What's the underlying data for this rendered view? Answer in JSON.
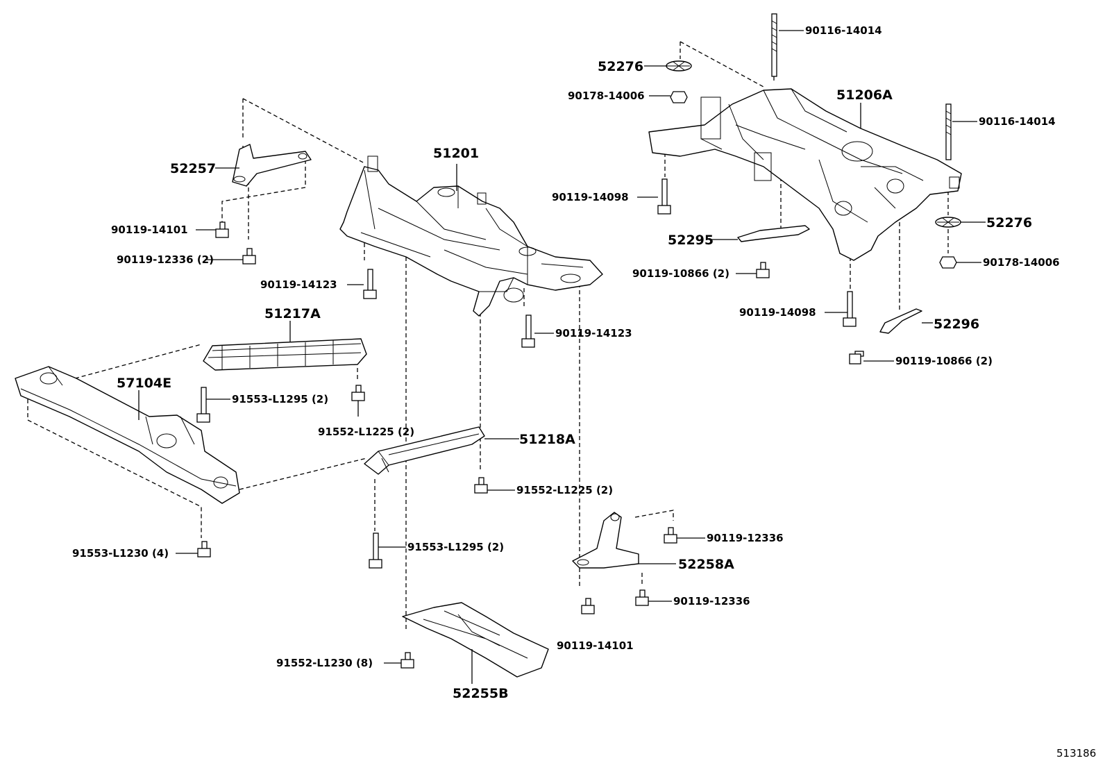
{
  "diagram_id": "513186",
  "parts": {
    "p51201": "51201",
    "p51206A": "51206A",
    "p51217A": "51217A",
    "p57104E": "57104E",
    "p51218A": "51218A",
    "p52255B": "52255B",
    "p52257": "52257",
    "p52258A": "52258A",
    "p52276_top": "52276",
    "p52276_right": "52276",
    "p52295": "52295",
    "p52296": "52296"
  },
  "fasteners": {
    "f90116_top": "90116-14014",
    "f90116_right": "90116-14014",
    "f90178_top": "90178-14006",
    "f90178_right": "90178-14006",
    "f90119_14098_a": "90119-14098",
    "f90119_14098_b": "90119-14098",
    "f90119_10866_a": "90119-10866 (2)",
    "f90119_10866_b": "90119-10866 (2)",
    "f90119_14101_a": "90119-14101",
    "f90119_14101_b": "90119-14101",
    "f90119_12336_2": "90119-12336 (2)",
    "f90119_12336_a": "90119-12336",
    "f90119_12336_b": "90119-12336",
    "f90119_14123_a": "90119-14123",
    "f90119_14123_b": "90119-14123",
    "f91553_L1295_a": "91553-L1295 (2)",
    "f91553_L1295_b": "91553-L1295 (2)",
    "f91552_L1225_a": "91552-L1225 (2)",
    "f91552_L1225_b": "91552-L1225 (2)",
    "f91553_L1230": "91553-L1230 (4)",
    "f91552_L1230": "91552-L1230 (8)"
  }
}
